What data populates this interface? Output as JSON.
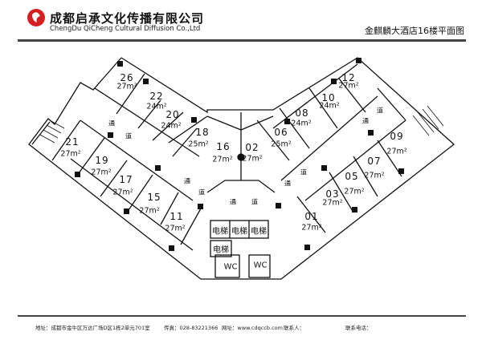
{
  "header": {
    "company_cn": "成都启承文化传播有限公司",
    "company_en": "ChengDu QiCheng Cultural Diffusion Co.,Ltd",
    "title": "金麒麟大酒店16楼平面图",
    "logo_icon": "phoenix-logo-icon",
    "accent": "#d42020"
  },
  "rooms": [
    {
      "number": "26",
      "area": "27m²"
    },
    {
      "number": "22",
      "area": "24m²"
    },
    {
      "number": "20",
      "area": "24m²"
    },
    {
      "number": "18",
      "area": "25m²"
    },
    {
      "number": "16",
      "area": "27m²"
    },
    {
      "number": "21",
      "area": "27m²"
    },
    {
      "number": "19",
      "area": "27m²"
    },
    {
      "number": "17",
      "area": "27m²"
    },
    {
      "number": "15",
      "area": "27m²"
    },
    {
      "number": "11",
      "area": "27m²"
    },
    {
      "number": "02",
      "area": "27m²"
    },
    {
      "number": "06",
      "area": "25m²"
    },
    {
      "number": "08",
      "area": "24m²"
    },
    {
      "number": "10",
      "area": "24m²"
    },
    {
      "number": "12",
      "area": "27m²"
    },
    {
      "number": "09",
      "area": "27m²"
    },
    {
      "number": "07",
      "area": "27m²"
    },
    {
      "number": "05",
      "area": "27m²"
    },
    {
      "number": "03",
      "area": "27m²"
    },
    {
      "number": "01",
      "area": "27m²"
    }
  ],
  "corridor": {
    "tong": "通",
    "dao": "道"
  },
  "facilities": {
    "elevator": "电梯",
    "wc": "WC"
  },
  "footer": {
    "address": "地址：成都市金牛区万达广场D区1栋2单元701室",
    "fax": "传真：028-83221366",
    "web": "网址：www.cdqccb.com",
    "contact": "联系人：",
    "phone": "联系电话："
  }
}
